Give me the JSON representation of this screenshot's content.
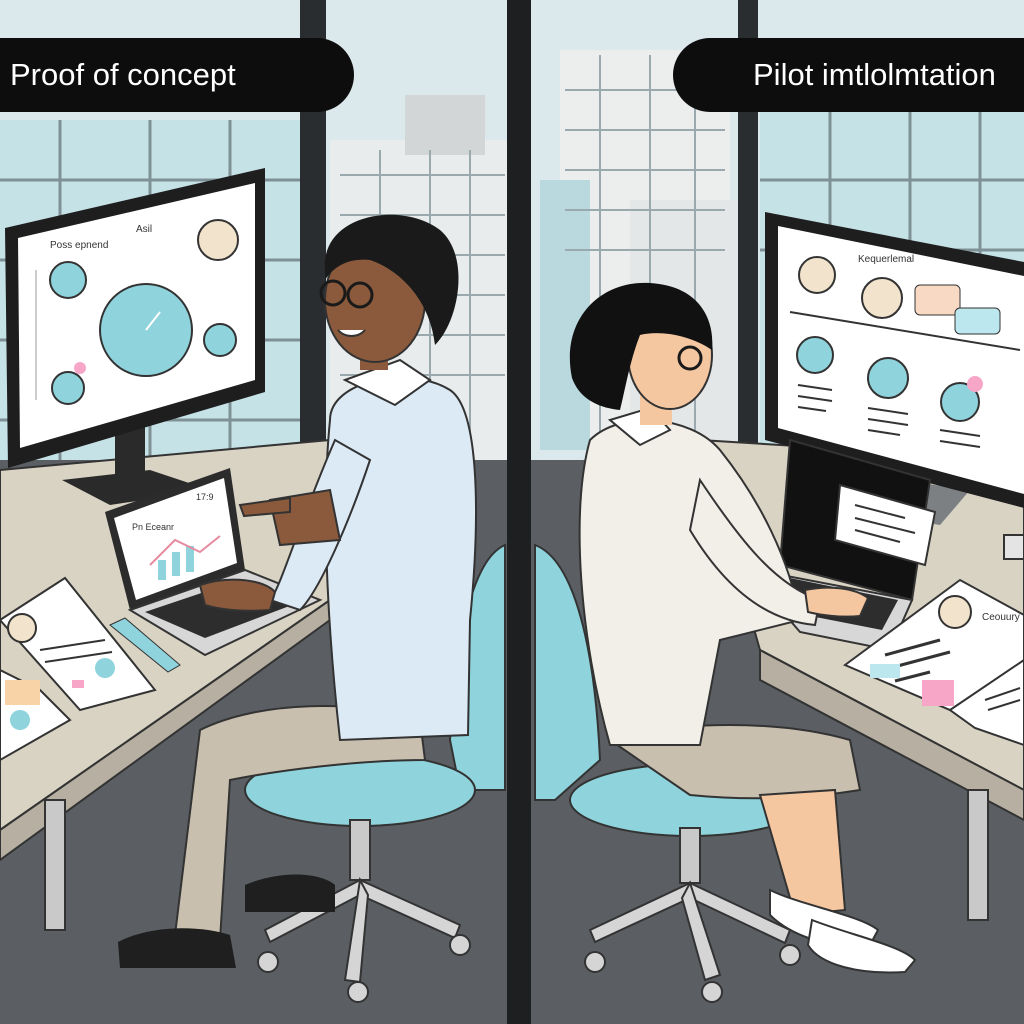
{
  "panels": {
    "left": {
      "label": "Proof of concept",
      "monitor_texts": [
        "Poss epnend",
        "Asil"
      ],
      "laptop_texts": [
        "Pn Eceanr",
        "17:9"
      ]
    },
    "right": {
      "label": "Pilot  imtlolmtation",
      "monitor_texts": [
        "Kequerlemal"
      ],
      "paper_texts": [
        "Ceouury"
      ]
    }
  },
  "colors": {
    "accent_teal": "#8fd3dc",
    "pill_background": "#0d0d0d",
    "floor": "#5b5f63",
    "desk": "#d9d3c4"
  }
}
